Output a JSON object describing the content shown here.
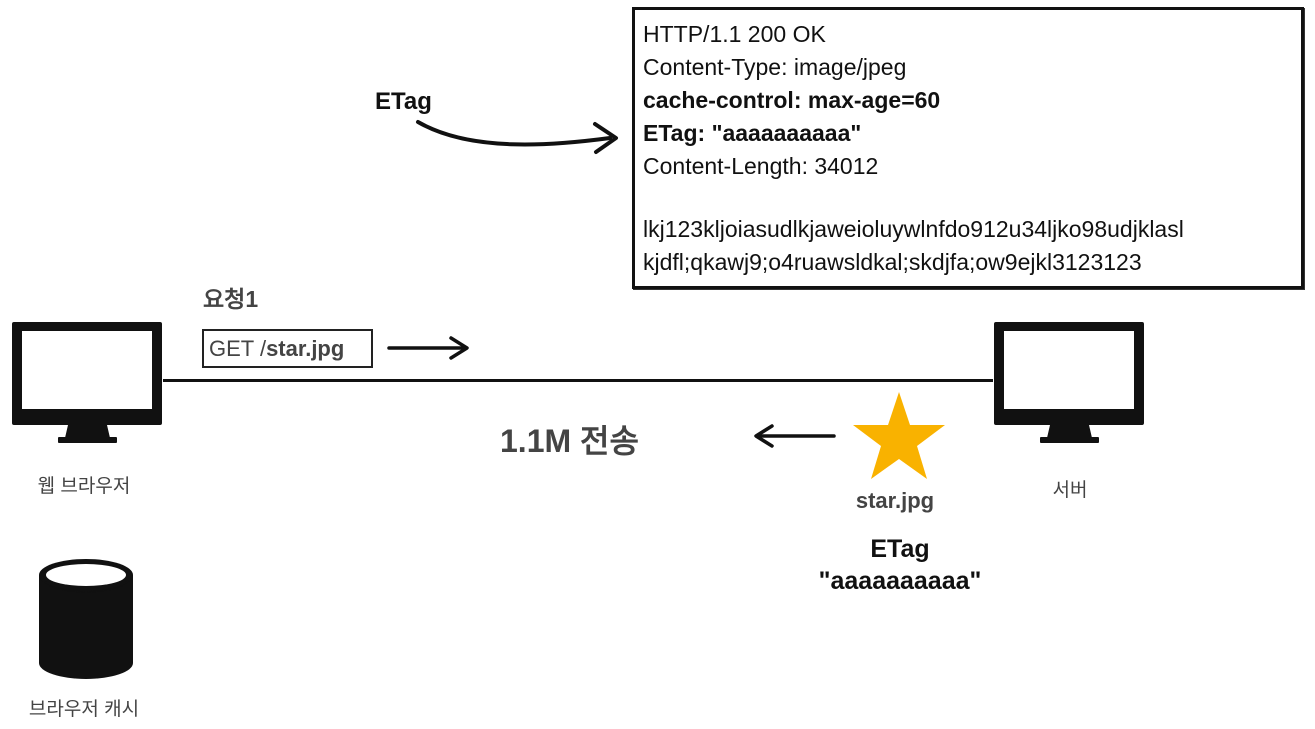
{
  "response": {
    "lines": [
      {
        "text": "HTTP/1.1 200 OK",
        "bold": false
      },
      {
        "text": "Content-Type: image/jpeg",
        "bold": false
      },
      {
        "text": "cache-control: max-age=60",
        "bold": true
      },
      {
        "text": "ETag: \"aaaaaaaaaa\"",
        "bold": true
      },
      {
        "text": "Content-Length: 34012",
        "bold": false
      }
    ],
    "body_lines": [
      "lkj123kljoiasudlkjaweioluywlnfdo912u34ljko98udjklasl",
      "kjdfl;qkawj9;o4ruawsldkal;skdjfa;ow9ejkl3123123"
    ]
  },
  "etag_pointer_label": "ETag",
  "request": {
    "label": "요청1",
    "method": "GET /",
    "file": "star.jpg"
  },
  "transfer_label": "1.1M 전송",
  "browser_label": "웹 브라우저",
  "server_label": "서버",
  "cache_label": "브라우저 캐시",
  "resource": {
    "file": "star.jpg",
    "etag_title": "ETag",
    "etag_value": "\"aaaaaaaaaa\"",
    "star_color": "#F9B200"
  },
  "icons": [
    "monitor-icon",
    "star-icon",
    "database-icon",
    "arrow-icon"
  ]
}
